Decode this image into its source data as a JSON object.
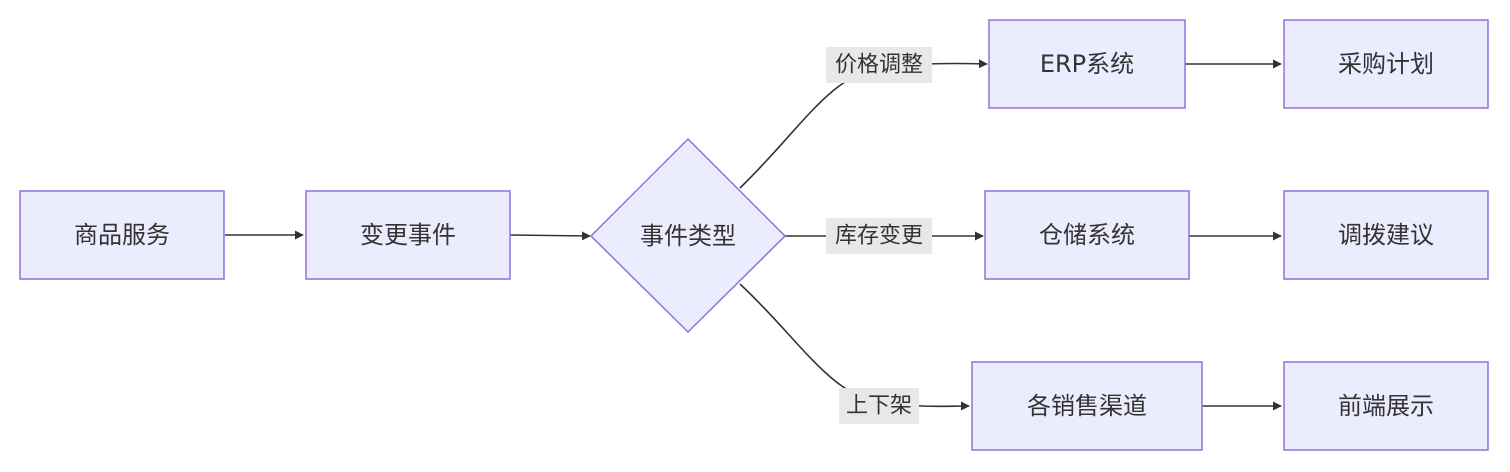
{
  "colors": {
    "node_fill": "#ECECFF",
    "node_stroke": "#9370DB",
    "edge": "#333333",
    "label_bg": "#e8e8e8",
    "text": "#333333"
  },
  "nodes": {
    "product_service": "商品服务",
    "change_event": "变更事件",
    "event_type": "事件类型",
    "erp_system": "ERP系统",
    "purchase_plan": "采购计划",
    "warehouse_system": "仓储系统",
    "transfer_advice": "调拨建议",
    "sales_channels": "各销售渠道",
    "frontend_display": "前端展示"
  },
  "edge_labels": {
    "price_adjust": "价格调整",
    "stock_change": "库存变更",
    "listing_change": "上下架"
  }
}
